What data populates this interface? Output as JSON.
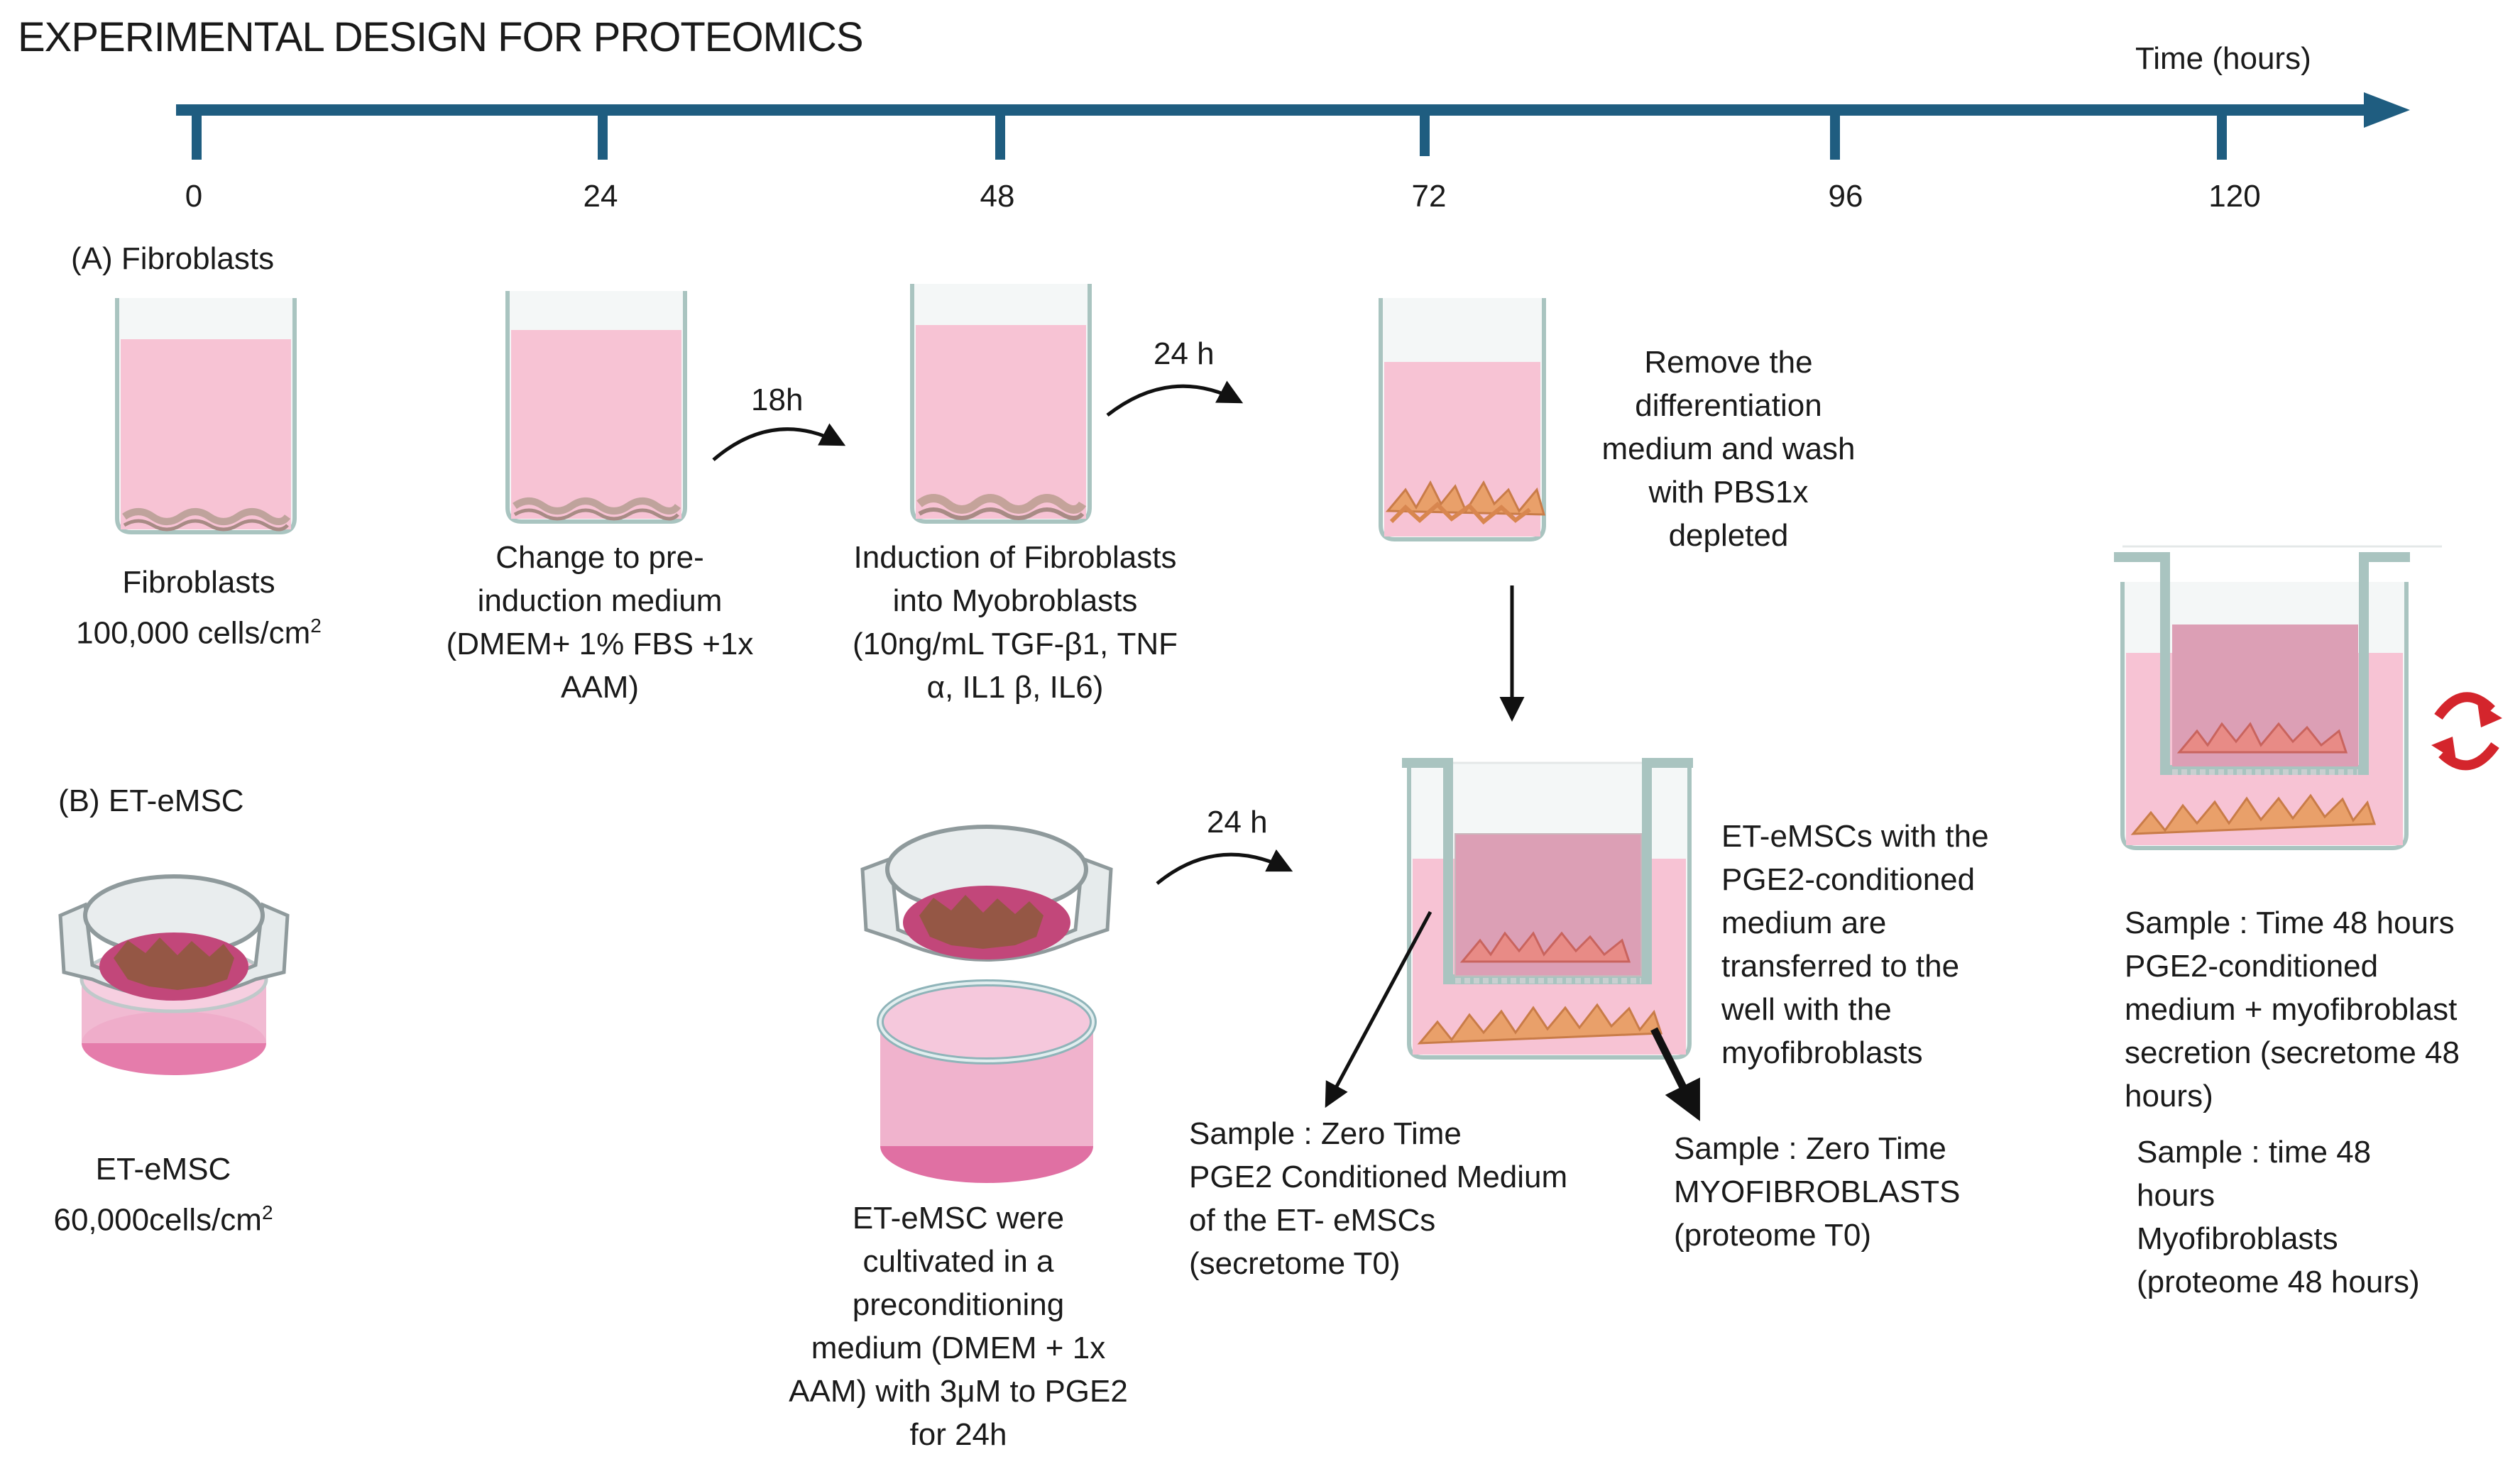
{
  "title": "EXPERIMENTAL DESIGN FOR PROTEOMICS",
  "timeline": {
    "axis_label": "Time (hours)",
    "ticks": [
      "0",
      "24",
      "48",
      "72",
      "96",
      "120"
    ]
  },
  "section_a": {
    "label": "(A) Fibroblasts",
    "seed_line1": "Fibroblasts",
    "seed_line2": "100,000 cells/cm",
    "seed_sup": "2",
    "step1": [
      "Change to pre-",
      "induction medium",
      "(DMEM+ 1% FBS +1x",
      "AAM)"
    ],
    "step2": [
      "Induction of Fibroblasts",
      "into Myobroblasts",
      "(10ng/mL TGF-β1, TNF",
      "α, IL1 β, IL6)"
    ],
    "step3": [
      "Remove the",
      "differentiation",
      "medium and wash",
      "with PBS1x",
      "depleted"
    ],
    "arrow_18h": "18h",
    "arrow_24h": "24 h"
  },
  "section_b": {
    "label": "(B)  ET-eMSC",
    "seed_line1": "ET-eMSC",
    "seed_line2": "60,000cells/cm",
    "seed_sup": "2",
    "precondition": [
      "ET-eMSC were",
      "cultivated in a",
      "preconditioning",
      "medium (DMEM +  1x",
      "AAM) with 3μM to PGE2",
      "for 24h"
    ],
    "arrow_24h": "24 h",
    "transfer": [
      "ET-eMSCs with the",
      "PGE2-conditioned",
      "medium are",
      "transferred to the",
      "well with the",
      "myofibroblasts"
    ]
  },
  "samples": {
    "secretome_t0": [
      "Sample : Zero Time",
      "PGE2 Conditioned Medium",
      "of the ET- eMSCs",
      "(secretome T0)"
    ],
    "proteome_t0": [
      "Sample : Zero Time",
      "MYOFIBROBLASTS",
      "(proteome T0)"
    ],
    "secretome_48": [
      "Sample : Time 48 hours",
      "PGE2-conditioned",
      "medium + myofibroblast",
      "secretion (secretome 48",
      "hours)"
    ],
    "proteome_48": [
      "Sample : time 48",
      "hours",
      "Myofibroblasts",
      "(proteome 48 hours)"
    ]
  },
  "colors": {
    "timeline": "#1f5d80",
    "medium": "#f7c3d4",
    "medium_dark": "#d98aa6",
    "vessel": "#9bb8b4",
    "fibroblast": "#c9a9a3",
    "myofibroblast": "#e9a06a",
    "cycle_arrow": "#d4252c"
  }
}
